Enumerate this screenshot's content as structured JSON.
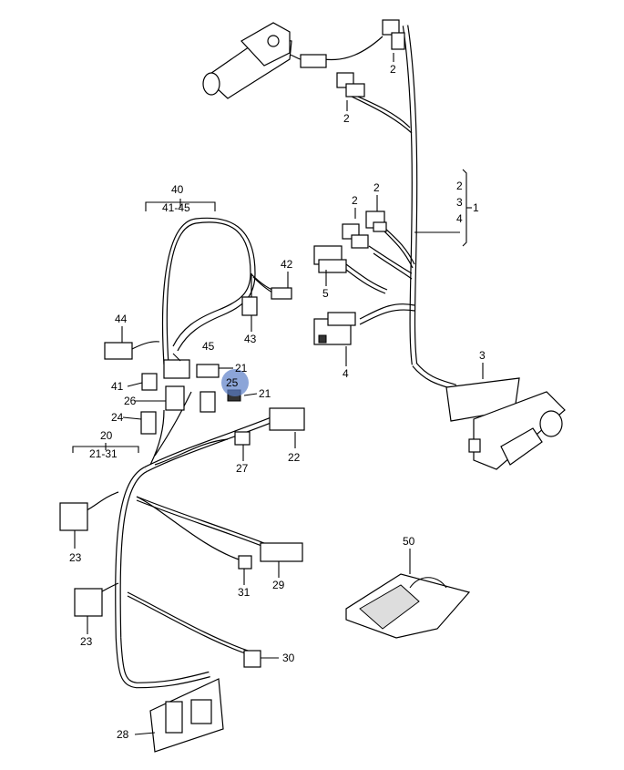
{
  "labels": {
    "l1": "1",
    "l2a": "2",
    "l2b": "2",
    "l2c": "2",
    "l2d": "2",
    "l2e": "2",
    "l3a": "3",
    "l3b": "3",
    "l4a": "4",
    "l4b": "4",
    "l5": "5",
    "l20": "20",
    "l2131": "21-31",
    "l21a": "21",
    "l21b": "21",
    "l22": "22",
    "l23a": "23",
    "l23b": "23",
    "l24": "24",
    "l25": "25",
    "l26": "26",
    "l27": "27",
    "l28": "28",
    "l29": "29",
    "l30": "30",
    "l31": "31",
    "l40": "40",
    "l4145": "41-45",
    "l41": "41",
    "l42": "42",
    "l43": "43",
    "l44": "44",
    "l45": "45",
    "l50": "50"
  },
  "highlight": {
    "label": "25",
    "color": "#5b7fc7"
  }
}
